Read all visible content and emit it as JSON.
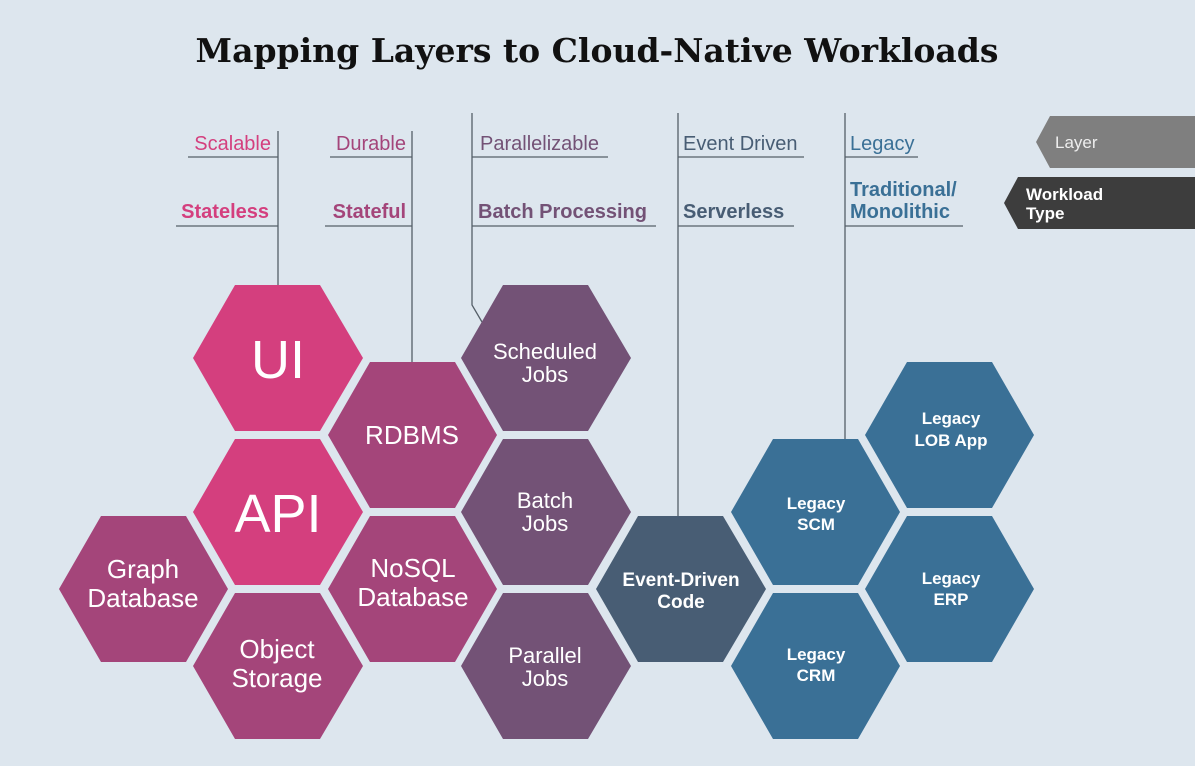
{
  "title": "Mapping Layers to Cloud-Native Workloads",
  "legend": {
    "layer": "Layer",
    "workload_line1": "Workload",
    "workload_line2": "Type"
  },
  "columns": [
    {
      "layer": "Scalable",
      "workload": "Stateless",
      "color": "#d43f7e"
    },
    {
      "layer": "Durable",
      "workload": "Stateful",
      "color": "#a4457a"
    },
    {
      "layer": "Parallelizable",
      "workload": "Batch Processing",
      "color": "#735276"
    },
    {
      "layer": "Event Driven",
      "workload": "Serverless",
      "color": "#485d74"
    },
    {
      "layer": "Legacy",
      "workload_line1": "Traditional/",
      "workload_line2": "Monolithic",
      "color": "#3a7096"
    }
  ],
  "hexes": {
    "ui": "UI",
    "api": "API",
    "graph": [
      "Graph",
      "Database"
    ],
    "object": [
      "Object",
      "Storage"
    ],
    "rdbms": "RDBMS",
    "nosql": [
      "NoSQL",
      "Database"
    ],
    "scheduled": [
      "Scheduled",
      "Jobs"
    ],
    "batch": [
      "Batch",
      "Jobs"
    ],
    "parallel": [
      "Parallel",
      "Jobs"
    ],
    "event": [
      "Event-Driven",
      "Code"
    ],
    "scm": [
      "Legacy",
      "SCM"
    ],
    "crm": [
      "Legacy",
      "CRM"
    ],
    "lob": [
      "Legacy",
      "LOB App"
    ],
    "erp": [
      "Legacy",
      "ERP"
    ]
  },
  "colors": {
    "background": "#dde6ee",
    "stateless": "#d43f7e",
    "stateful": "#a4457a",
    "batch": "#735276",
    "serverless": "#485d74",
    "legacy": "#3a7096",
    "layer_tag": "#7f7f7f",
    "workload_tag": "#3d3d3d"
  }
}
